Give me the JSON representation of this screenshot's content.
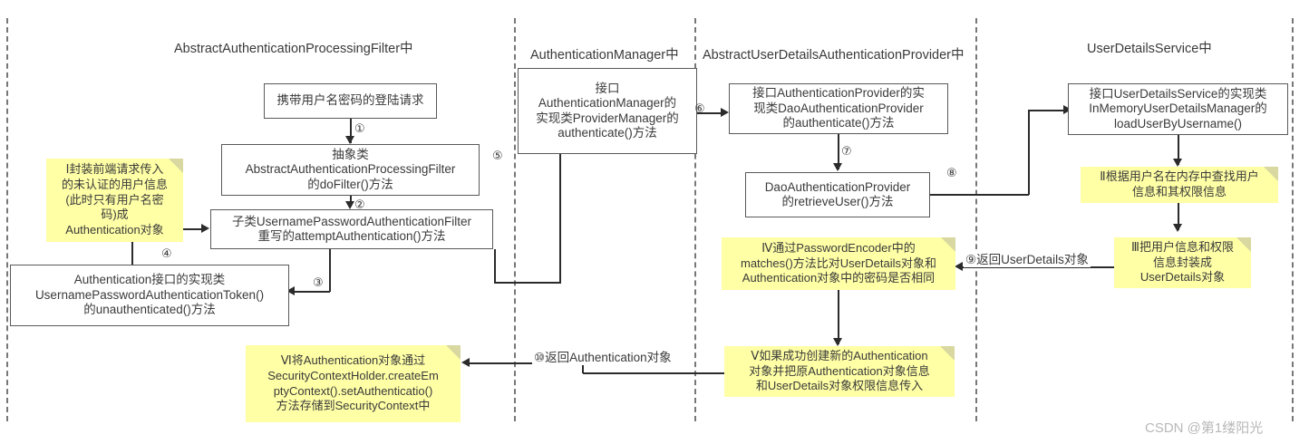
{
  "diagram": {
    "title_bar": "",
    "lanes": [
      {
        "id": "lane-filter",
        "title": "AbstractAuthenticationProcessingFilter中"
      },
      {
        "id": "lane-manager",
        "title": "AuthenticationManager中"
      },
      {
        "id": "lane-provider",
        "title": "AbstractUserDetailsAuthenticationProvider中"
      },
      {
        "id": "lane-userdetails",
        "title": "UserDetailsService中"
      }
    ],
    "boxes": [
      {
        "id": "box-login-request",
        "text": "携带用户名密码的登陆请求"
      },
      {
        "id": "box-dofilter",
        "text": "抽象类\nAbstractAuthenticationProcessingFilter\n的doFilter()方法"
      },
      {
        "id": "box-attempt-auth",
        "text": "子类UsernamePasswordAuthenticationFilter\n重写的attemptAuthentication()方法"
      },
      {
        "id": "box-upat",
        "text": "Authentication接口的实现类\nUsernamePasswordAuthenticationToken()\n的unauthenticated()方法"
      },
      {
        "id": "box-provider-manager",
        "text": "接口\nAuthenticationManager的\n实现类ProviderManager的\nauthenticate()方法"
      },
      {
        "id": "box-dao-authenticate",
        "text": "接口AuthenticationProvider的实\n现类DaoAuthenticationProvider\n的authenticate()方法"
      },
      {
        "id": "box-retrieve-user",
        "text": "DaoAuthenticationProvider\n的retrieveUser()方法"
      },
      {
        "id": "box-load-user",
        "text": "接口UserDetailsService的实现类\nInMemoryUserDetailsManager的\nloadUserByUsername()"
      }
    ],
    "notes": [
      {
        "id": "note-1",
        "text": "Ⅰ封装前端请求传入\n的未认证的用户信息\n(此时只有用户名密\n码)成\nAuthentication对象"
      },
      {
        "id": "note-2",
        "text": "Ⅱ根据用户名在内存中查找用户\n信息和其权限信息"
      },
      {
        "id": "note-3",
        "text": "Ⅲ把用户信息和权限\n信息封装成\nUserDetails对象"
      },
      {
        "id": "note-4",
        "text": "Ⅳ通过PasswordEncoder中的\nmatches()方法比对UserDetails对象和\nAuthentication对象中的密码是否相同"
      },
      {
        "id": "note-5",
        "text": "Ⅴ如果成功创建新的Authentication\n对象并把原Authentication对象信息\n和UserDetails对象权限信息传入"
      },
      {
        "id": "note-6",
        "text": "Ⅵ将Authentication对象通过\nSecurityContextHolder.createEm\nptyContext().setAuthenticatio()\n方法存储到SecurityContext中"
      }
    ],
    "steps": [
      {
        "id": "step-1",
        "label": "①"
      },
      {
        "id": "step-2",
        "label": "②"
      },
      {
        "id": "step-3",
        "label": "③"
      },
      {
        "id": "step-4",
        "label": "④"
      },
      {
        "id": "step-5",
        "label": "⑤"
      },
      {
        "id": "step-6",
        "label": "⑥"
      },
      {
        "id": "step-7",
        "label": "⑦"
      },
      {
        "id": "step-8",
        "label": "⑧"
      }
    ],
    "edge_labels": [
      {
        "id": "edge-9",
        "label": "⑨返回UserDetails对象"
      },
      {
        "id": "edge-10",
        "label": "⑩返回Authentication对象"
      }
    ],
    "watermark": "CSDN @第1缕阳光",
    "colors": {
      "note_fill": "#ffffa6",
      "box_border": "#595959",
      "line": "#2b2b2b",
      "text": "#3a3a3a",
      "lane_divider": "#777777",
      "watermark": "#b8b8b8",
      "background": "#ffffff"
    }
  }
}
